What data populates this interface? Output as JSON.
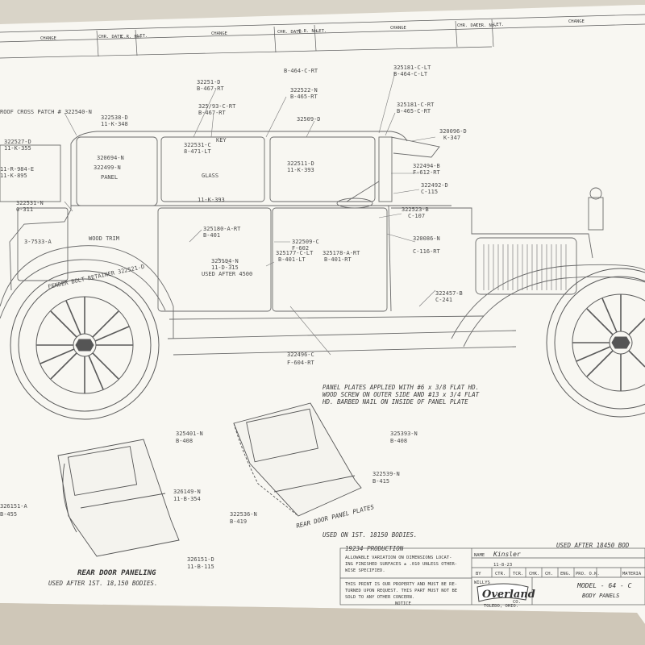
{
  "revision_block": {
    "headers": [
      "CHANGE",
      "CHR. DATE",
      "C.R. No.",
      "LET.",
      "CHANGE",
      "CHR. DATE",
      "C.R. No.",
      "LET.",
      "CHANGE",
      "CHR. DATE",
      "C.R. No.",
      "LET.",
      "CHANGE"
    ]
  },
  "callouts": [
    "ROOF CROSS PATCH # 322540-N",
    "322538-D",
    "11-K-348",
    "322527-D",
    "11-K-355",
    "320694-N",
    "11-R-984-E",
    "11-K-895",
    "322531-C",
    "8-471-LT",
    "322531-N",
    "6-311",
    "322499-N",
    "11-K-393",
    "32251-D",
    "B-467-RT",
    "325/93-C-RT",
    "B-467-RT",
    "32509-D",
    "B-464-C-RT",
    "322511-D",
    "11-K-393",
    "325181-C-LT",
    "B-464-C-LT",
    "325181-C-RT",
    "B-465-C-RT",
    "322522-N",
    "B-465-RT",
    "320096-D",
    "K-347",
    "322494-B",
    "F-612-RT",
    "322492-D",
    "C-115",
    "322523-B",
    "C-107",
    "320086-N",
    "C-116-RT",
    "325180-A-RT",
    "B-401",
    "325194-N",
    "11-D-315",
    "USED AFTER 4500",
    "322509-C",
    "F-602",
    "325177-C-LT",
    "325178-A-RT",
    "B-401-LT",
    "B-401-RT",
    "322496-C",
    "F-604-RT",
    "322457-B",
    "C-241",
    "FENDER BOLT RETAINER 322521-D",
    "325401-N",
    "B-408",
    "325393-N",
    "B-408",
    "322539-N",
    "B-415",
    "322536-N",
    "B-419",
    "326149-N",
    "11-B-354",
    "326151-D",
    "11-B-115",
    "326151-A",
    "B-455",
    "3-7533-A",
    "WOOD TRIM",
    "PANEL",
    "GLASS",
    "KEY"
  ],
  "notes": {
    "panel_plates": [
      "PANEL PLATES APPLIED WITH #6 x 3/8 FLAT HD.",
      "WOOD SCREW ON OUTER SIDE AND #13 x 3/4 FLAT",
      "HD. BARBED NAIL ON INSIDE OF PANEL PLATE"
    ],
    "rear_door_panel_plates": "REAR DOOR PANEL PLATES",
    "used_on_first": "USED ON 1ST. 18150 BODIES.",
    "rear_door_paneling": "REAR DOOR PANELING",
    "used_after_first": "USED AFTER 1ST. 18,150 BODIES.",
    "production": "19234 PRODUCTION",
    "used_after_top": "USED AFTER 18450 BOD"
  },
  "title_block": {
    "tolerance": [
      "ALLOWABLE VARIATION ON DIMENSIONS LOCAT-",
      "ING FINISHED SURFACES ± .010 UNLESS OTHER-",
      "WISE SPECIFIED."
    ],
    "property": [
      "THIS PRINT IS OUR PROPERTY AND MUST BE RE-",
      "TURNED UPON REQUEST. THIS PART MUST NOT BE",
      "SOLD TO ANY OTHER CONCERN."
    ],
    "notice": "NOTICE",
    "name_label": "NAME",
    "name_value": "Kinsler",
    "date": "11-8-23",
    "columns": [
      "BY",
      "CTR.",
      "TCR.",
      "CHK.",
      "CH.",
      "ENG.",
      "PRO. O.K.",
      "MATERIA"
    ],
    "company_prefix": "WILLYS",
    "brand": "Overland",
    "company_suffix": "CO.",
    "location": "TOLEDO, OHIO.",
    "model": "MODEL - 64 - C",
    "part": "BODY PANELS"
  }
}
